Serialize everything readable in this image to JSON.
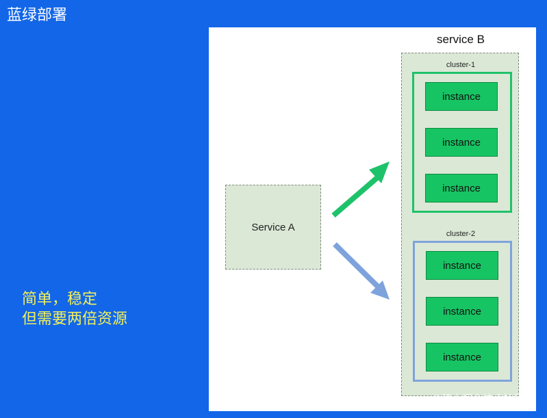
{
  "slide": {
    "title": "蓝绿部署",
    "notes": [
      "简单，稳定",
      "但需要两倍资源"
    ]
  },
  "diagram": {
    "service_a": "Service A",
    "service_b": "service B",
    "clusters": [
      {
        "name": "cluster-1",
        "instances": [
          "instance",
          "instance",
          "instance"
        ],
        "color": "#1ec26a"
      },
      {
        "name": "cluster-2",
        "instances": [
          "instance",
          "instance",
          "instance"
        ],
        "color": "#7ea3dc"
      }
    ]
  },
  "watermark": "@稀土掘金技术社区",
  "colors": {
    "background": "#1366e8",
    "instance": "#17c463",
    "box_fill": "#dbe8d6"
  }
}
